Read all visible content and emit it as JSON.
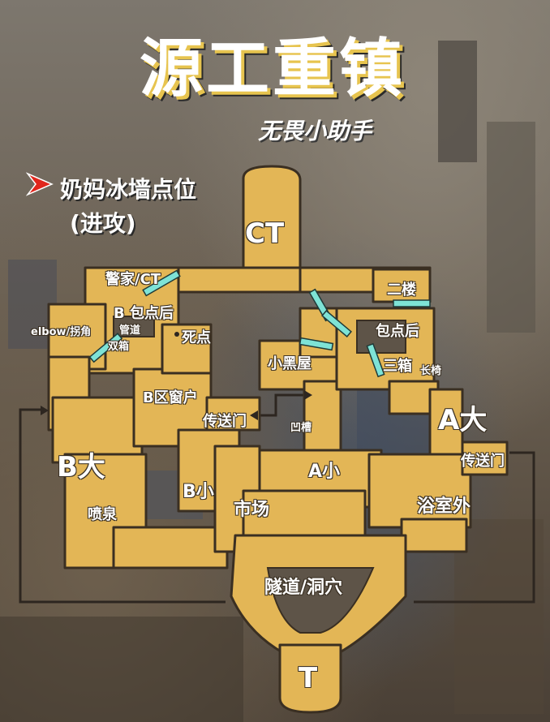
{
  "header": {
    "title": "源工重镇",
    "subtitle": "无畏小助手"
  },
  "legend": {
    "line1": "奶妈冰墙点位",
    "line2": "(进攻)",
    "icon": "red-arrow-icon"
  },
  "colors": {
    "map_fill": "#e3b656",
    "map_stroke": "#3a2f22",
    "ice_wall": "#7ee3d6",
    "accent_red": "#e1261c",
    "teleporter_line": "#2d2620"
  },
  "map": {
    "labels": {
      "ct": "CT",
      "t": "T",
      "b_main": "B大",
      "a_main": "A大",
      "b_short": "B小",
      "a_short": "A小",
      "market": "市场",
      "tunnel": "隧道/洞穴",
      "fountain": "喷泉",
      "b_window": "B区窗户",
      "teleporter_left": "传送门",
      "teleporter_right": "传送门",
      "bath_outside": "浴室外",
      "dark_room": "小黑屋",
      "b_site": "B 包点后",
      "a_site": "包点后",
      "pipe": "管道",
      "dead_spot": "死点",
      "double_box": "双箱",
      "elbow": "elbow/拐角",
      "police_ct": "警家/CT",
      "second_floor": "二楼",
      "triple_box": "三箱",
      "long_bench": "长椅",
      "groove": "凹槽"
    }
  }
}
